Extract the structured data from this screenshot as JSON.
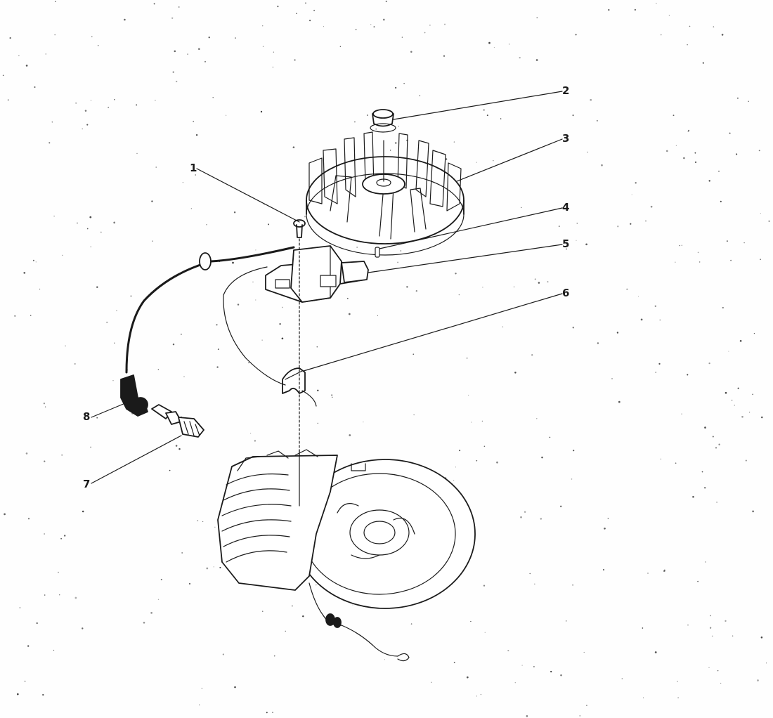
{
  "diagram": {
    "callouts": [
      {
        "id": "1",
        "label": "1"
      },
      {
        "id": "2",
        "label": "2"
      },
      {
        "id": "3",
        "label": "3"
      },
      {
        "id": "4",
        "label": "4"
      },
      {
        "id": "5",
        "label": "5"
      },
      {
        "id": "6",
        "label": "6"
      },
      {
        "id": "7",
        "label": "7"
      },
      {
        "id": "8",
        "label": "8"
      }
    ]
  },
  "colors": {
    "ink": "#1a1a1a",
    "paper": "#fefefe"
  }
}
